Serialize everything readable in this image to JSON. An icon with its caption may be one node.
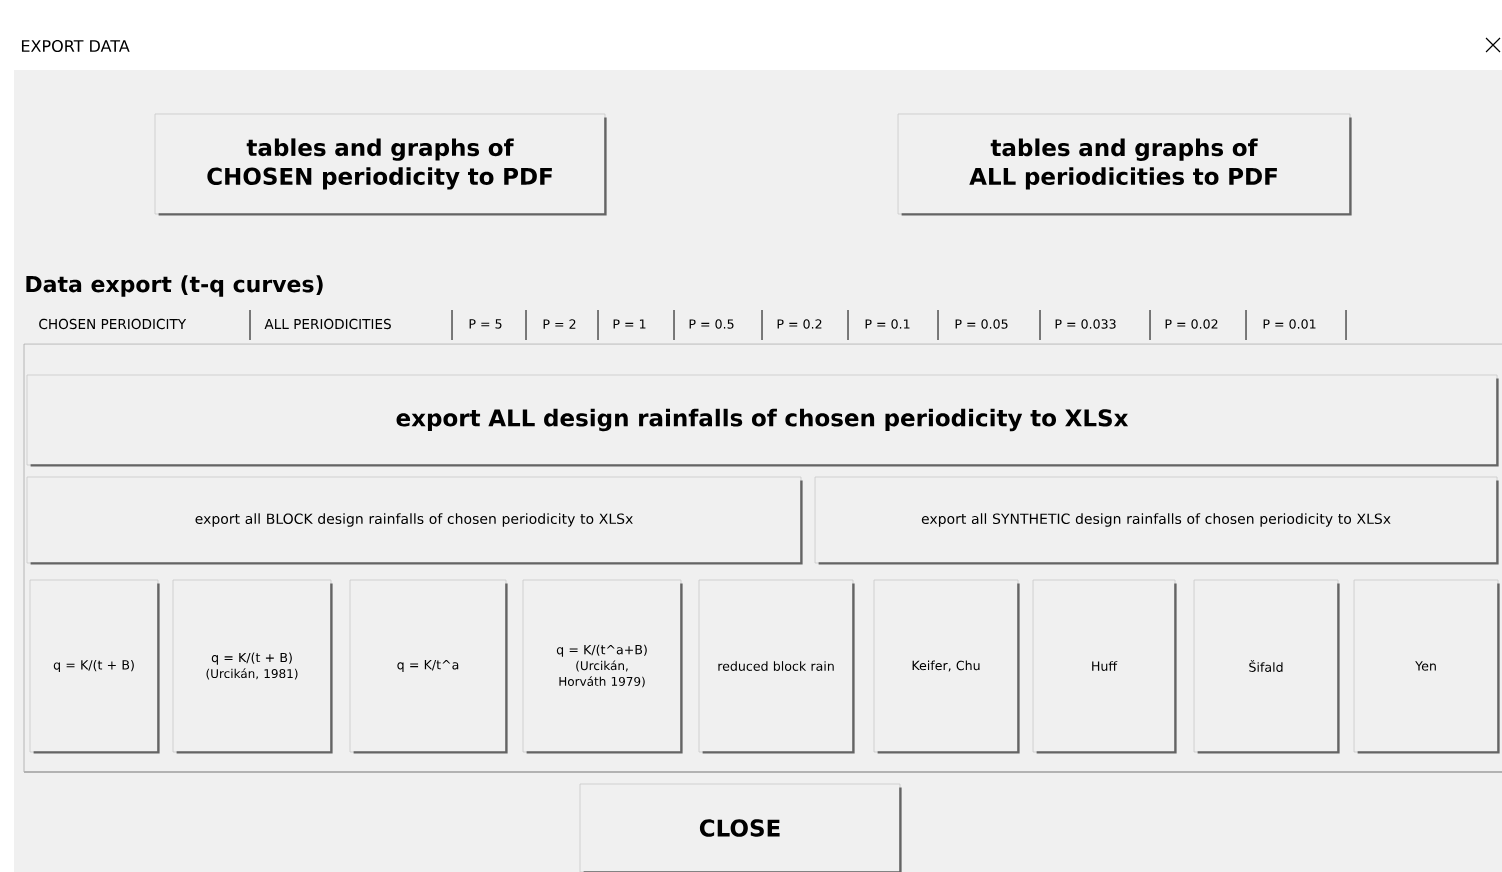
{
  "diagram": {
    "title": "EXPORT DATA",
    "nodes": [
      {
        "text": [
          "tables and graphs of CHOSEN periodicity to PDF"
        ]
      },
      {
        "text": [
          "tables and graphs of ALL periodicities to PDF"
        ]
      },
      {
        "text": [
          "export ALL design rainfalls of chosen periodicity to XLSx"
        ]
      },
      {
        "text": [
          "export all BLOCK design rainfalls of chosen periodicity to XLSx"
        ]
      },
      {
        "text": [
          "export all SYNTHETIC design rainfalls of chosen periodicity to XLSx"
        ]
      },
      {
        "text": [
          "q = K/(t + B)"
        ]
      },
      {
        "text": [
          "q = K/(t + B)",
          "(Urcikán, 1981)"
        ]
      },
      {
        "text": [
          "q = K/t^a"
        ]
      },
      {
        "text": [
          "q = K/(t^a+B)",
          "(Urcikán, Horváth 1979)"
        ]
      },
      {
        "text": [
          "reduced block rain"
        ]
      },
      {
        "text": [
          "Keifer, Chu"
        ]
      },
      {
        "text": [
          "Huff"
        ]
      },
      {
        "text": [
          "Šifald"
        ]
      },
      {
        "text": [
          "Yen"
        ]
      },
      {
        "text": [
          "CLOSE"
        ]
      }
    ],
    "labels": [
      "Data export (t-q curves)",
      "CHOSEN PERIODICITY",
      "ALL PERIODICITIES",
      "P = 5",
      "P = 2",
      "P = 1",
      "P = 0.5",
      "P = 0.2",
      "P = 0.1",
      "P = 0.05",
      "P = 0.033",
      "P = 0.02",
      "P = 0.01"
    ]
  }
}
